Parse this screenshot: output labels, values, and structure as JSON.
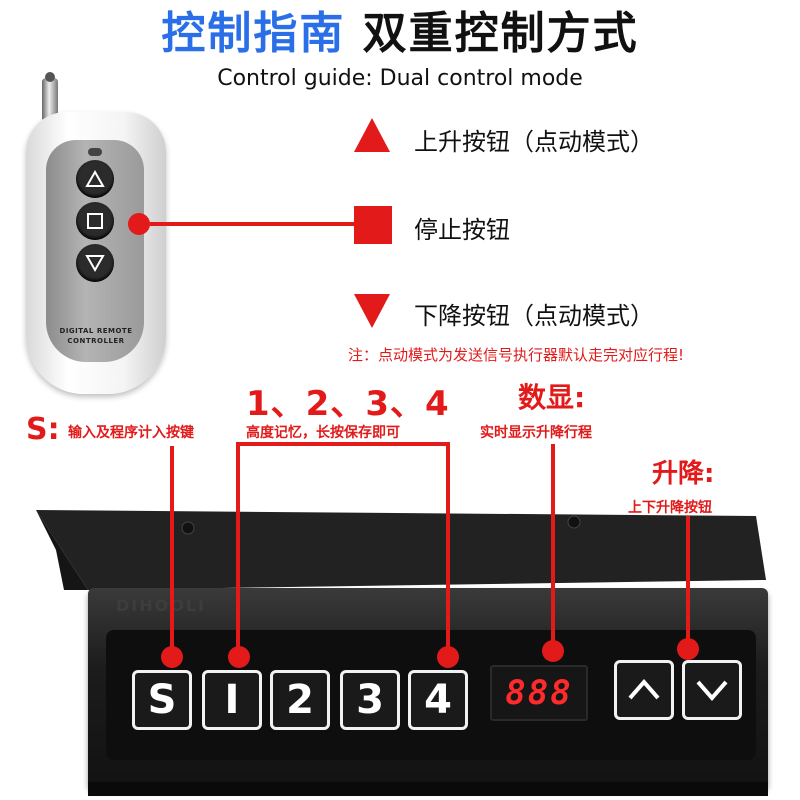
{
  "title": {
    "part1": "控制指南",
    "part2": "双重控制方式"
  },
  "subtitle": "Control guide: Dual control mode",
  "remote": {
    "label_line1": "DIGITAL REMOTE",
    "label_line2": "CONTROLLER",
    "buttons": [
      "up-triangle",
      "stop-square",
      "down-triangle"
    ]
  },
  "guide": {
    "up": "上升按钮（点动模式）",
    "stop": "停止按钮",
    "down": "下降按钮（点动模式）",
    "note": "注：点动模式为发送信号执行器默认走完对应行程!"
  },
  "callouts": {
    "s_key": "S:",
    "s_desc": "输入及程序计入按键",
    "nums": "1、2、3、4",
    "nums_desc": "高度记忆，长按保存即可",
    "display": "数显:",
    "display_desc": "实时显示升降行程",
    "updown": "升降:",
    "updown_desc": "上下升降按钮"
  },
  "controller": {
    "brand": "DIHOOLI",
    "keys": [
      "S",
      "I",
      "2",
      "3",
      "4"
    ],
    "display_value": "888"
  },
  "colors": {
    "accent_blue": "#2a6fe8",
    "accent_red": "#e21a1a"
  }
}
